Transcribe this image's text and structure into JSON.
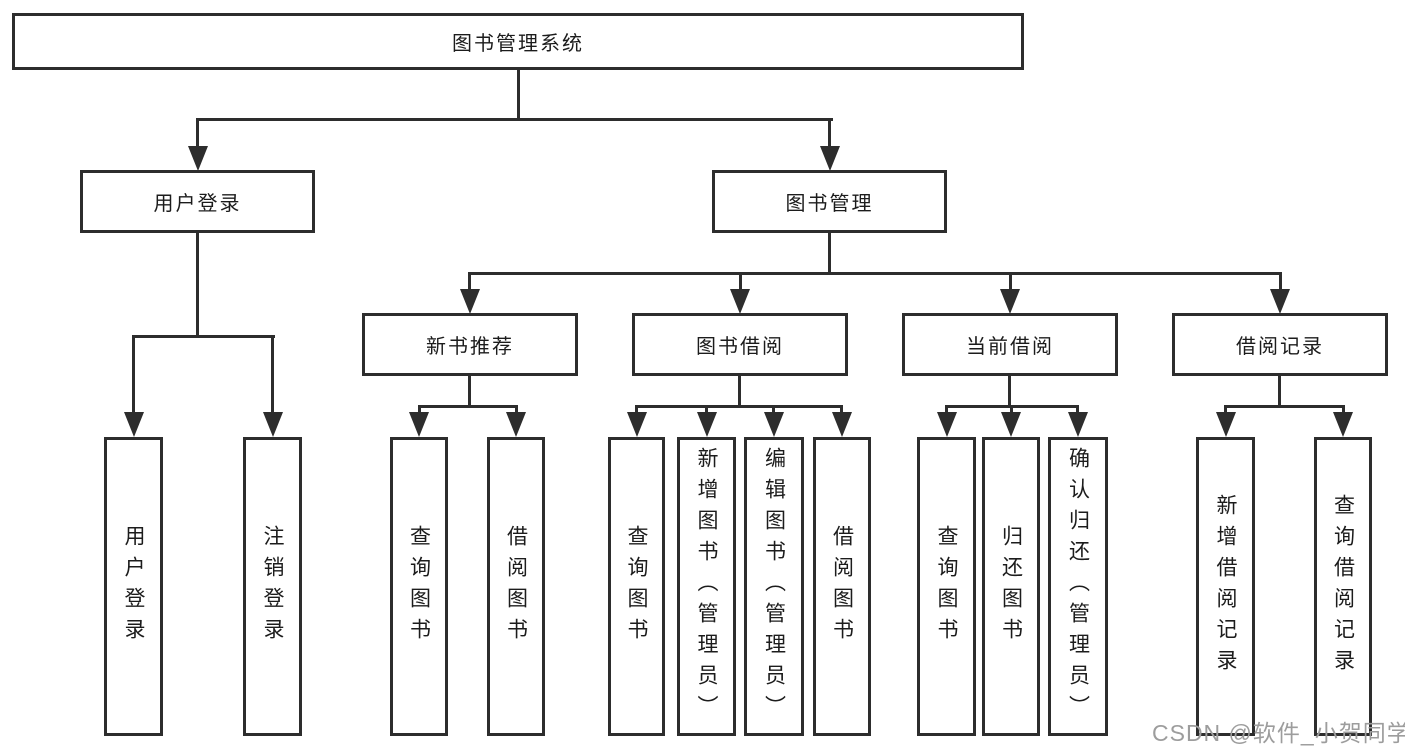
{
  "diagram": {
    "root": "图书管理系统",
    "branches": [
      {
        "label": "用户登录",
        "children": [
          "用户登录",
          "注销登录"
        ]
      },
      {
        "label": "图书管理",
        "sections": [
          {
            "label": "新书推荐",
            "children": [
              "查询图书",
              "借阅图书"
            ]
          },
          {
            "label": "图书借阅",
            "children": [
              "查询图书",
              "新增图书（管理员）",
              "编辑图书（管理员）",
              "借阅图书"
            ]
          },
          {
            "label": "当前借阅",
            "children": [
              "查询图书",
              "归还图书",
              "确认归还（管理员）"
            ]
          },
          {
            "label": "借阅记录",
            "children": [
              "新增借阅记录",
              "查询借阅记录"
            ]
          }
        ]
      }
    ]
  },
  "watermark": "CSDN @软件_小贺同学",
  "colors": {
    "line": "#2d2d2d",
    "text": "#1c1c1c",
    "background": "#ffffff",
    "watermark": "#9d9d9d"
  }
}
